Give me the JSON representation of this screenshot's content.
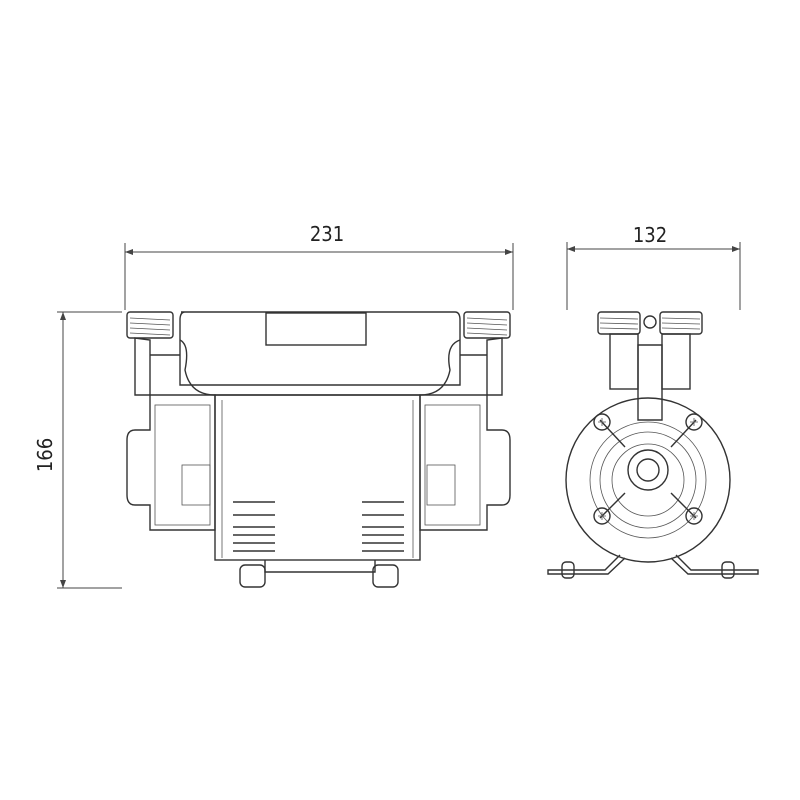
{
  "dimensions": {
    "width": "231",
    "depth": "132",
    "height": "166"
  }
}
